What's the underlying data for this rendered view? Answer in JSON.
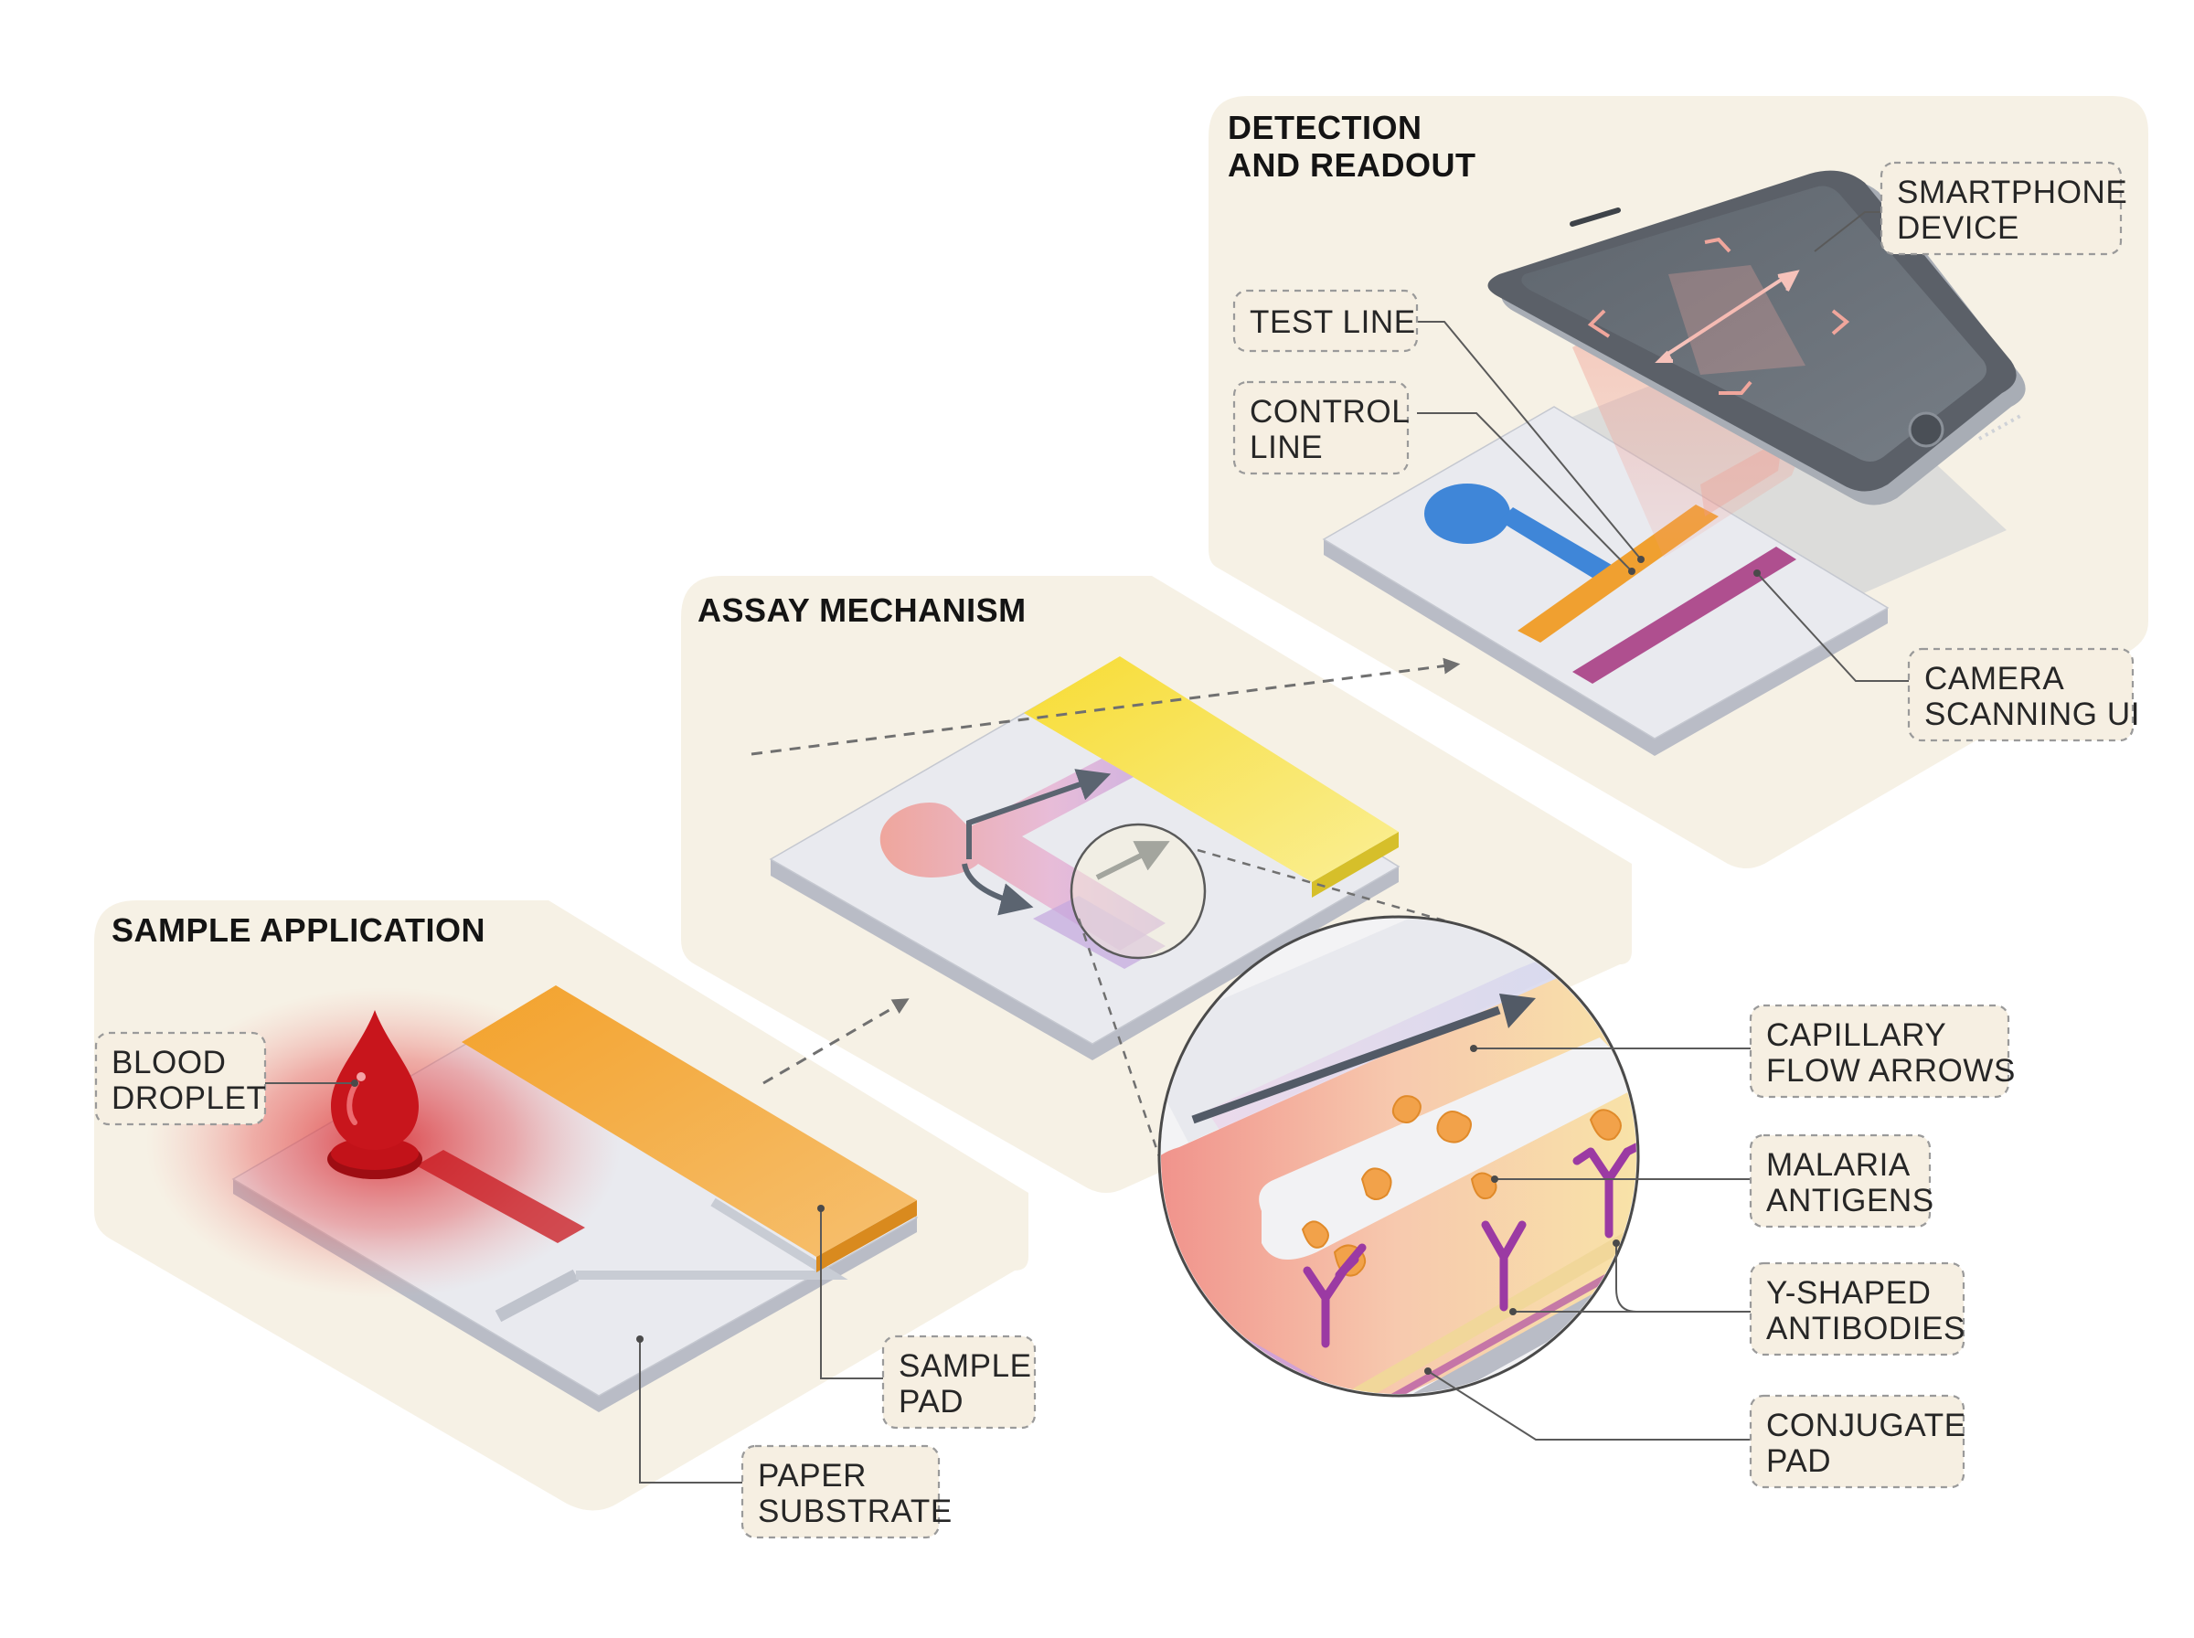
{
  "stages": {
    "sample_application": {
      "title": "SAMPLE APPLICATION"
    },
    "assay_mechanism": {
      "title": "ASSAY MECHANISM"
    },
    "detection_readout": {
      "title_line1": "DETECTION",
      "title_line2": "AND READOUT"
    }
  },
  "callouts": {
    "blood_droplet": [
      "BLOOD",
      "DROPLET"
    ],
    "sample_pad": [
      "SAMPLE",
      "PAD"
    ],
    "paper_substrate": [
      "PAPER",
      "SUBSTRATE"
    ],
    "test_line": [
      "TEST LINE"
    ],
    "control_line": [
      "CONTROL",
      "LINE"
    ],
    "smartphone_device": [
      "SMARTPHONE",
      "DEVICE"
    ],
    "camera_scanning_ui": [
      "CAMERA",
      "SCANNING UI"
    ],
    "capillary_flow_arrows": [
      "CAPILLARY",
      "FLOW ARROWS"
    ],
    "malaria_antigens": [
      "MALARIA",
      "ANTIGENS"
    ],
    "y_shaped_antibodies": [
      "Y-SHAPED",
      "ANTIBODIES"
    ],
    "conjugate_pad": [
      "CONJUGATE",
      "PAD"
    ]
  },
  "colors": {
    "panel_bg": "#f5efe2",
    "strip_face": "#e9eaef",
    "strip_side": "#b9bcc6",
    "blood": "#c8151c",
    "sample_pad": "#f2a93a",
    "conjugate_yellow": "#f7e04a",
    "test_line": "#f0a030",
    "control_line": "#a4347e",
    "antibody": "#9b3aa3",
    "antigen": "#f2a24a",
    "phone_body": "#5b6068",
    "phone_screen": "#6c737b",
    "scan_beam": "#f4a9a0",
    "sample_spot_blue": "#3f86d8"
  }
}
